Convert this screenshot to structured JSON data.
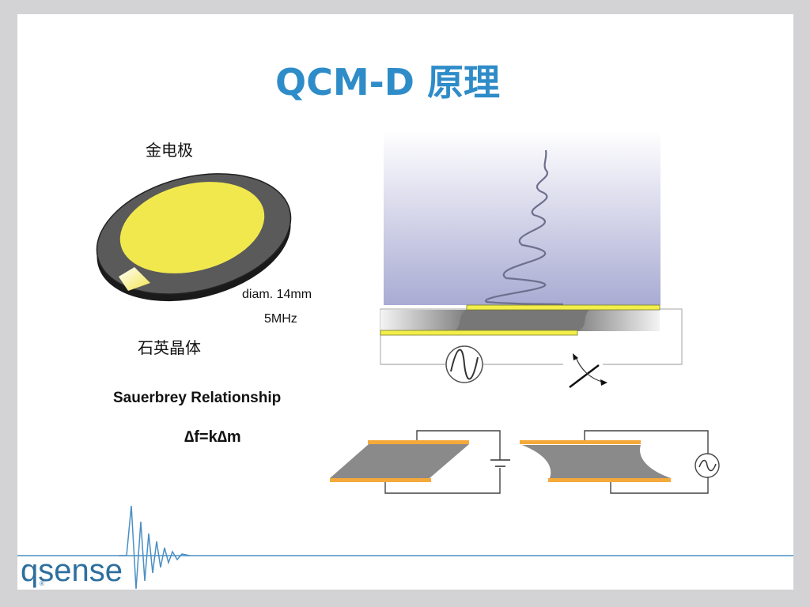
{
  "slide": {
    "title": "QCM-D 原理",
    "labels": {
      "gold_electrode": "金电极",
      "diameter": "diam. 14mm",
      "frequency": "5MHz",
      "quartz_crystal": "石英晶体",
      "sauerbrey": "Sauerbrey Relationship",
      "formula": "∆f=k∆m"
    },
    "logo": {
      "text": "qsense",
      "registered": "®"
    },
    "colors": {
      "title": "#2e8cc8",
      "gold_electrode": "#f2e44a",
      "electrode_strip": "#f5a93a",
      "crystal_gray": "#8c8c8c",
      "logo_line": "#4a8fc4"
    }
  }
}
